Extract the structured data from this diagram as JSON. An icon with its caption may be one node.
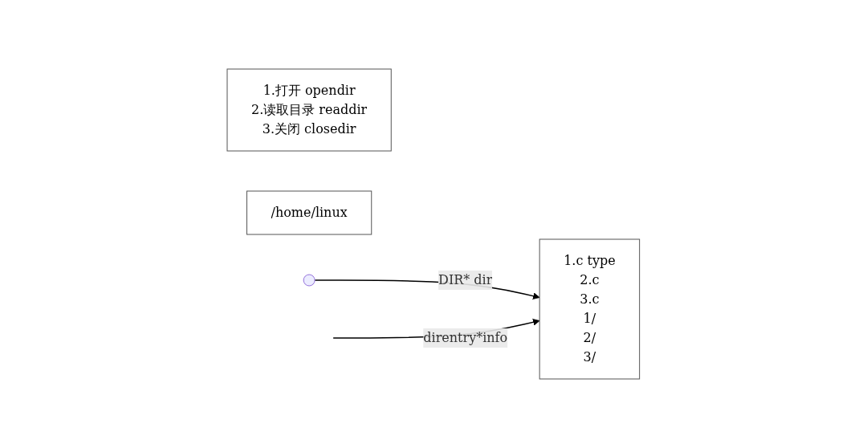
{
  "diagram": {
    "nodes": [
      {
        "text": [
          "1.打开 opendir",
          "2.读取目录 readdir",
          "3.关闭 closedir"
        ]
      },
      {
        "text": [
          "/home/linux"
        ]
      },
      {
        "text": [
          "1.c  type",
          "2.c",
          "3.c",
          "1/",
          "2/",
          "3/"
        ]
      },
      {
        "text": [],
        "shape": "circle"
      }
    ],
    "edges": [
      {
        "from": 3,
        "to": 2,
        "label": "DIR* dir",
        "arrow": "to"
      },
      {
        "from": null,
        "to": 2,
        "label": "direntry*info",
        "arrow": "to"
      }
    ]
  }
}
